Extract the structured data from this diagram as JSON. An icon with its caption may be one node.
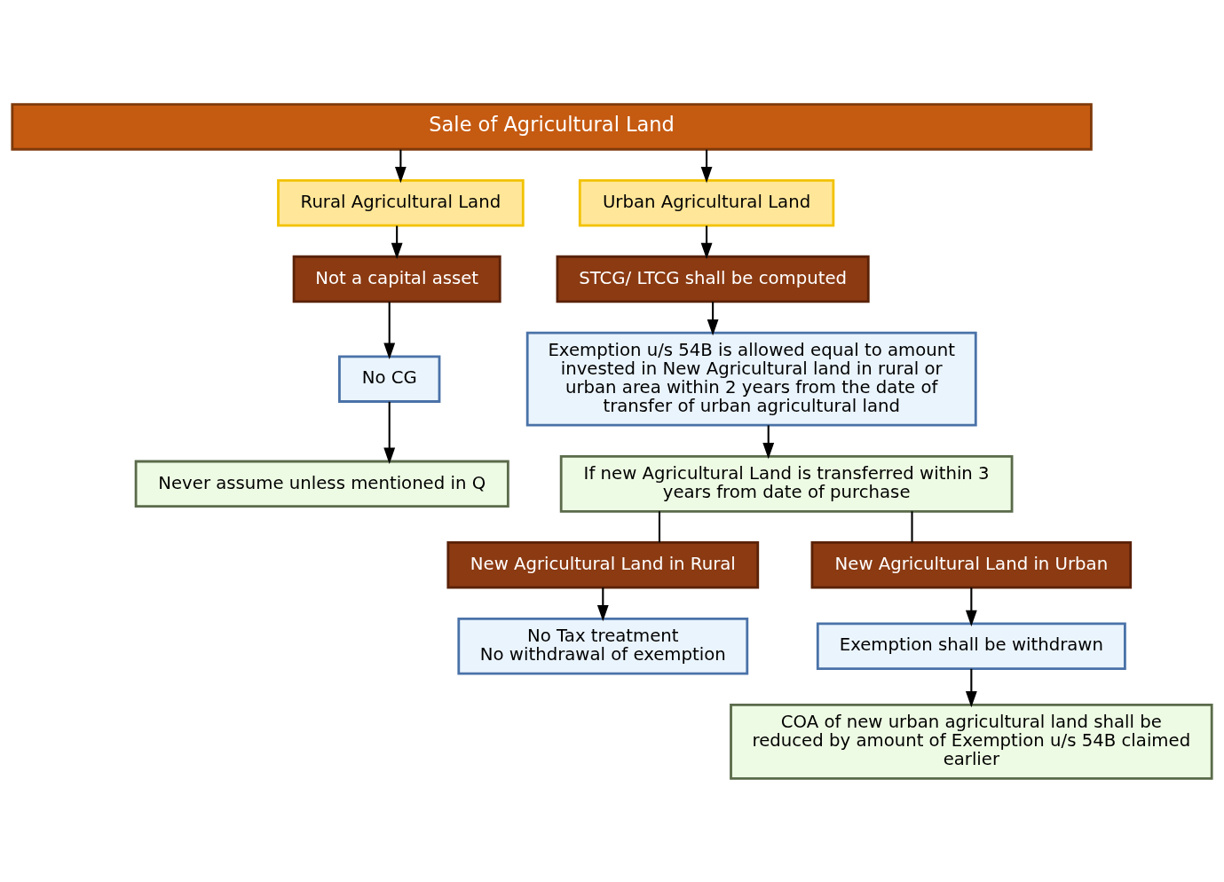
{
  "diagram": {
    "nodes": [
      {
        "text": [
          "Sale of Agricultural Land"
        ]
      },
      {
        "text": [
          "Rural Agricultural Land"
        ]
      },
      {
        "text": [
          "Not a capital asset"
        ]
      },
      {
        "text": [
          "No CG"
        ]
      },
      {
        "text": [
          "Never assume unless mentioned in Q"
        ]
      },
      {
        "text": [
          "Urban Agricultural Land"
        ]
      },
      {
        "text": [
          "STCG/ LTCG shall be computed"
        ]
      },
      {
        "text": [
          "Exemption u/s 54B is allowed equal to amount invested in New Agricultural land in rural or urban area within 2 years from the date of transfer of urban agricultural land"
        ]
      },
      {
        "text": [
          "If new Agricultural Land is transferred within 3 years from date of purchase"
        ]
      },
      {
        "text": [
          "New Agricultural Land in Rural"
        ]
      },
      {
        "text": [
          "New Agricultural Land in Urban"
        ]
      },
      {
        "text": [
          "No Tax treatment",
          "No withdrawal of exemption"
        ]
      },
      {
        "text": [
          "Exemption shall be withdrawn"
        ]
      },
      {
        "text": [
          "COA of new urban agricultural land shall be reduced by amount of Exemption u/s 54B claimed earlier"
        ]
      }
    ],
    "edges": [
      {
        "from": 0,
        "to": 1,
        "arrow": "to"
      },
      {
        "from": 0,
        "to": 5,
        "arrow": "to"
      },
      {
        "from": 1,
        "to": 2,
        "arrow": "to"
      },
      {
        "from": 2,
        "to": 3,
        "arrow": "to"
      },
      {
        "from": 3,
        "to": 4,
        "arrow": "to"
      },
      {
        "from": 5,
        "to": 6,
        "arrow": "to"
      },
      {
        "from": 6,
        "to": 7,
        "arrow": "to"
      },
      {
        "from": 7,
        "to": 8,
        "arrow": "to"
      },
      {
        "from": 8,
        "to": 9,
        "arrow": "none"
      },
      {
        "from": 8,
        "to": 10,
        "arrow": "none"
      },
      {
        "from": 9,
        "to": 11,
        "arrow": "to"
      },
      {
        "from": 10,
        "to": 12,
        "arrow": "to"
      },
      {
        "from": 12,
        "to": 13,
        "arrow": "to"
      }
    ]
  }
}
